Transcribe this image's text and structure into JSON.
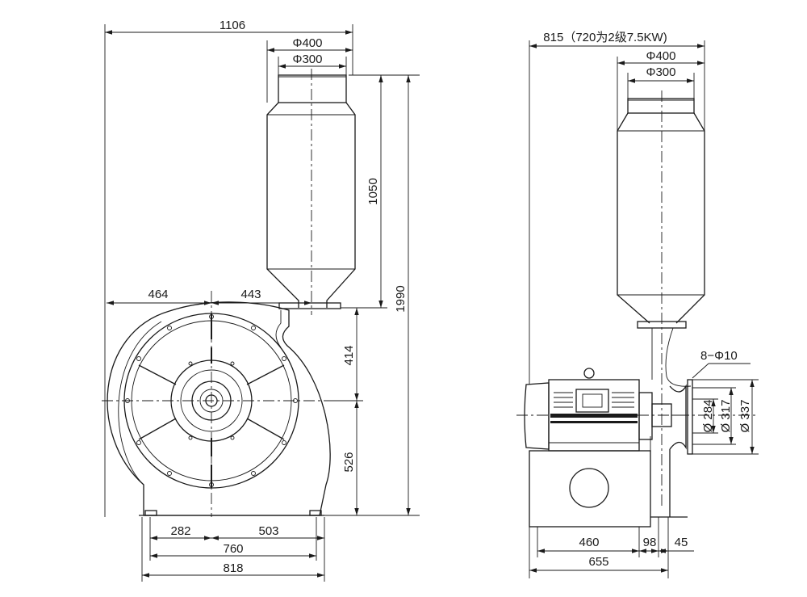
{
  "front_view": {
    "overall_width": "1106",
    "outlet_outer_diameter": "Φ400",
    "outlet_inner_diameter": "Φ300",
    "left_of_center": "464",
    "right_of_center": "443",
    "stack_height": "1050",
    "total_height": "1990",
    "flange_to_center": "414",
    "center_height": "526",
    "base_left": "282",
    "base_right": "503",
    "base_bolt_span": "760",
    "base_width": "818"
  },
  "side_view": {
    "overall_width_note": "815（720为2级7.5KW)",
    "outlet_outer_diameter": "Φ400",
    "outlet_inner_diameter": "Φ300",
    "flange_holes": "8−Φ10",
    "inlet_dia_inner": "Ø 284",
    "inlet_dia_bolt": "Ø 317",
    "inlet_dia_outer": "Ø 337",
    "base_motor": "460",
    "base_gap": "98",
    "inlet_offset": "45",
    "base_width": "655"
  }
}
